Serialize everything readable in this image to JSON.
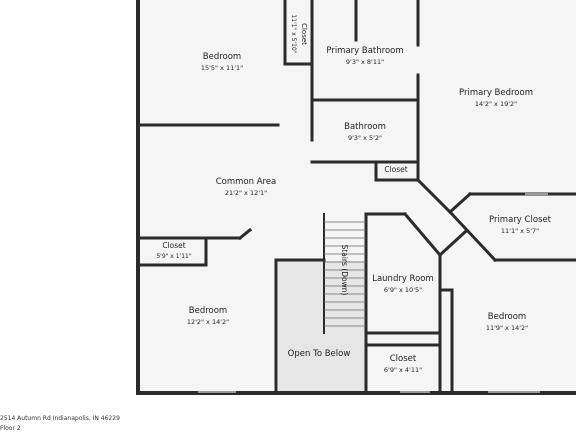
{
  "rooms": [
    {
      "id": "bedroom-nw",
      "name": "Bedroom",
      "dims": "15'5\" x 11'1\""
    },
    {
      "id": "closet-nw",
      "name": "Closet",
      "dims": "11'1\" x 5'10\""
    },
    {
      "id": "primary-bathroom",
      "name": "Primary Bathroom",
      "dims": "9'3\" x 8'11\""
    },
    {
      "id": "primary-bedroom",
      "name": "Primary Bedroom",
      "dims": "14'2\" x 19'2\""
    },
    {
      "id": "bathroom",
      "name": "Bathroom",
      "dims": "9'3\" x 5'2\""
    },
    {
      "id": "closet-small",
      "name": "Closet",
      "dims": ""
    },
    {
      "id": "common-area",
      "name": "Common Area",
      "dims": "21'2\" x 12'1\""
    },
    {
      "id": "primary-closet",
      "name": "Primary Closet",
      "dims": "11'1\" x 5'7\""
    },
    {
      "id": "closet-sw",
      "name": "Closet",
      "dims": "5'9\" x 1'11\""
    },
    {
      "id": "stairs",
      "name": "Stairs (Down)",
      "dims": ""
    },
    {
      "id": "laundry-room",
      "name": "Laundry Room",
      "dims": "6'9\" x 10'5\""
    },
    {
      "id": "bedroom-sw",
      "name": "Bedroom",
      "dims": "12'2\" x 14'2\""
    },
    {
      "id": "bedroom-se",
      "name": "Bedroom",
      "dims": "11'9\" x 14'2\""
    },
    {
      "id": "open-to-below",
      "name": "Open To Below",
      "dims": ""
    },
    {
      "id": "closet-s",
      "name": "Closet",
      "dims": "6'9\" x 4'11\""
    }
  ],
  "footer": {
    "address": "2514 Autumn Rd Indianapolis, IN 46229",
    "floor": "Floor 2"
  }
}
